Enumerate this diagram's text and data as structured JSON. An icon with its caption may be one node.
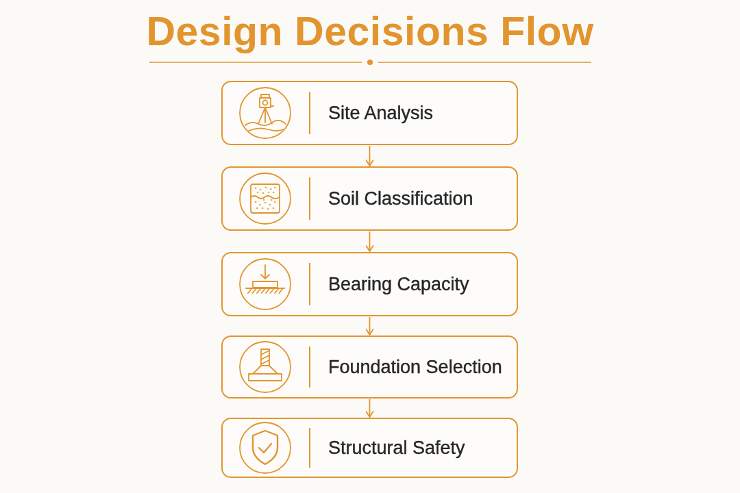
{
  "diagram": {
    "title": "Design Decisions Flow",
    "nodes": [
      {
        "text": [
          "Site Analysis"
        ]
      },
      {
        "text": [
          "Soil Classification"
        ]
      },
      {
        "text": [
          "Bearing Capacity"
        ]
      },
      {
        "text": [
          "Foundation Selection"
        ]
      },
      {
        "text": [
          "Structural Safety"
        ]
      }
    ],
    "edges": [
      {
        "from": 0,
        "to": 1,
        "arrow": "to"
      },
      {
        "from": 1,
        "to": 2,
        "arrow": "to"
      },
      {
        "from": 2,
        "to": 3,
        "arrow": "to"
      },
      {
        "from": 3,
        "to": 4,
        "arrow": "to"
      }
    ]
  }
}
